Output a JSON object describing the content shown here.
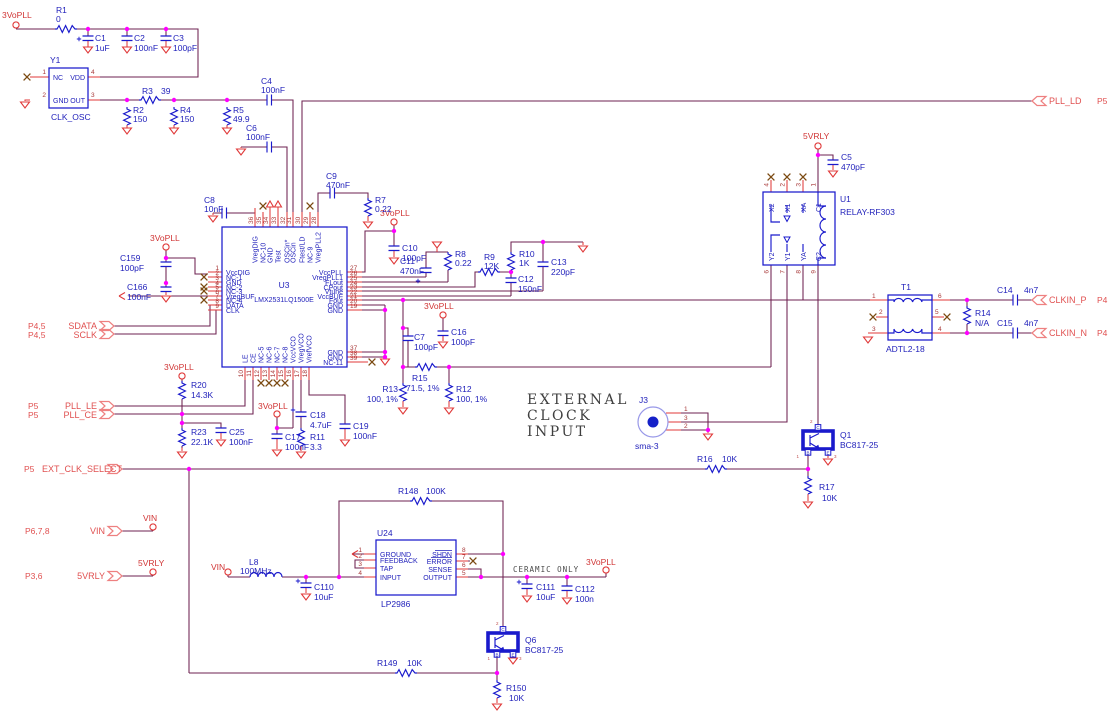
{
  "nets": {
    "v3opll": "3VoPLL",
    "v5rly": "5VRLY",
    "vin": "VIN"
  },
  "notes": {
    "l1": "EXTERNAL",
    "l2": "CLOCK",
    "l3": "INPUT",
    "ceramic": "CERAMIC ONLY"
  },
  "ports": {
    "pll_ld": {
      "label": "PLL_LD",
      "des": "P5"
    },
    "clkin_p": {
      "label": "CLKIN_P",
      "des": "P4"
    },
    "clkin_n": {
      "label": "CLKIN_N",
      "des": "P4"
    },
    "sdata": {
      "label": "SDATA",
      "des": "P4,5"
    },
    "sclk": {
      "label": "SCLK",
      "des": "P4,5"
    },
    "pll_le": {
      "label": "PLL_LE",
      "des": "P5"
    },
    "pll_ce": {
      "label": "PLL_CE",
      "des": "P5"
    },
    "ext_clk_select": {
      "label": "EXT_CLK_SELECT",
      "des": "P5"
    },
    "vin": {
      "label": "VIN",
      "des": "P6,7,8"
    },
    "v5rly": {
      "label": "5VRLY",
      "des": "P3,6"
    }
  },
  "c": {
    "r1": {
      "r": "R1",
      "v": "0"
    },
    "c1": {
      "r": "C1",
      "v": "1uF"
    },
    "c2": {
      "r": "C2",
      "v": "100nF"
    },
    "c3": {
      "r": "C3",
      "v": "100pF"
    },
    "r2": {
      "r": "R2",
      "v": "150"
    },
    "r3": {
      "r": "R3",
      "v": "39"
    },
    "r4": {
      "r": "R4",
      "v": "150"
    },
    "r5": {
      "r": "R5",
      "v": "49.9"
    },
    "c4": {
      "r": "C4",
      "v": "100nF"
    },
    "c6": {
      "r": "C6",
      "v": "100nF"
    },
    "c8": {
      "r": "C8",
      "v": "10nF"
    },
    "c9": {
      "r": "C9",
      "v": "470nF"
    },
    "r7": {
      "r": "R7",
      "v": "0.22"
    },
    "c159": {
      "r": "C159",
      "v": "100pF"
    },
    "c166": {
      "r": "C166",
      "v": "100nF"
    },
    "c10": {
      "r": "C10",
      "v": "100pF"
    },
    "c11": {
      "r": "C11",
      "v": "470nF"
    },
    "r8": {
      "r": "R8",
      "v": "0.22"
    },
    "r9": {
      "r": "R9",
      "v": "12K"
    },
    "r10": {
      "r": "R10",
      "v": "1K"
    },
    "c12": {
      "r": "C12",
      "v": "150nF"
    },
    "c13": {
      "r": "C13",
      "v": "220pF"
    },
    "c7": {
      "r": "C7",
      "v": "100pF"
    },
    "c16": {
      "r": "C16",
      "v": "100pF"
    },
    "r15": {
      "r": "R15",
      "v": "71.5, 1%"
    },
    "r13": {
      "r": "R13",
      "v": "100, 1%"
    },
    "r12": {
      "r": "R12",
      "v": "100, 1%"
    },
    "r20": {
      "r": "R20",
      "v": "14.3K"
    },
    "r23": {
      "r": "R23",
      "v": "22.1K"
    },
    "c25": {
      "r": "C25",
      "v": "100nF"
    },
    "c17": {
      "r": "C17",
      "v": "100nF"
    },
    "c18": {
      "r": "C18",
      "v": "4.7uF"
    },
    "r11": {
      "r": "R11",
      "v": "3.3"
    },
    "c19": {
      "r": "C19",
      "v": "100nF"
    },
    "c5": {
      "r": "C5",
      "v": "470pF"
    },
    "r14": {
      "r": "R14",
      "v": "N/A"
    },
    "c14": {
      "r": "C14",
      "v": "4n7"
    },
    "c15": {
      "r": "C15",
      "v": "4n7"
    },
    "r16": {
      "r": "R16",
      "v": "10K"
    },
    "r17": {
      "r": "R17",
      "v": "10K"
    },
    "r148": {
      "r": "R148",
      "v": "100K"
    },
    "r149": {
      "r": "R149",
      "v": "10K"
    },
    "r150": {
      "r": "R150",
      "v": "10K"
    },
    "l8": {
      "r": "L8",
      "v": "100MHz"
    },
    "c110": {
      "r": "C110",
      "v": "10uF"
    },
    "c111": {
      "r": "C111",
      "v": "10uF"
    },
    "c112": {
      "r": "C112",
      "v": "100n"
    }
  },
  "y1": {
    "ref": "Y1",
    "name": "CLK_OSC",
    "p1n": "1",
    "p1": "NC",
    "p4n": "4",
    "p4": "VDD",
    "p2n": "2",
    "p2": "GND",
    "p3n": "3",
    "p3": "OUT"
  },
  "u3": {
    "ref": "U3",
    "part": "LMX2531LQ1500E",
    "left": [
      [
        "1",
        "VccDIG"
      ],
      [
        "2",
        "NC-1"
      ],
      [
        "3",
        "GND"
      ],
      [
        "4",
        "NC-2"
      ],
      [
        "5",
        "NC-3"
      ],
      [
        "6",
        "VregBUF"
      ],
      [
        "7",
        "NC-4"
      ],
      [
        "8",
        "DATA"
      ],
      [
        "9",
        "CLK"
      ]
    ],
    "right": [
      [
        "27",
        "VccPLL"
      ],
      [
        "26",
        "VregPLL1"
      ],
      [
        "25",
        "FLout"
      ],
      [
        "24",
        "CPout"
      ],
      [
        "23",
        "Vtune"
      ],
      [
        "22",
        "VccBUF"
      ],
      [
        "21",
        "Fout"
      ],
      [
        "20",
        "GND"
      ],
      [
        "19",
        "GND"
      ],
      [
        "37",
        "GND"
      ],
      [
        "38",
        "GND"
      ],
      [
        "39",
        "NC-11"
      ]
    ],
    "top": [
      [
        "36",
        "VregDIG"
      ],
      [
        "35",
        "NC-10"
      ],
      [
        "34",
        "GND"
      ],
      [
        "33",
        "Test"
      ],
      [
        "32",
        "OSCin*"
      ],
      [
        "31",
        "OSCin"
      ],
      [
        "30",
        "Ftest/LD"
      ],
      [
        "29",
        "NC-9"
      ],
      [
        "28",
        "VregPLL2"
      ]
    ],
    "bottom": [
      [
        "10",
        "LE"
      ],
      [
        "11",
        "CE"
      ],
      [
        "12",
        "NC-5"
      ],
      [
        "13",
        "NC-6"
      ],
      [
        "14",
        "NC-7"
      ],
      [
        "15",
        "NC-8"
      ],
      [
        "16",
        "VccVCO"
      ],
      [
        "17",
        "VregVCO"
      ],
      [
        "18",
        "VrefVCO"
      ]
    ]
  },
  "u1": {
    "ref": "U1",
    "part": "RELAY-RF303",
    "top": [
      [
        "4",
        "X2"
      ],
      [
        "2",
        "X1"
      ],
      [
        "3",
        "XA"
      ],
      [
        "1",
        "C1"
      ]
    ],
    "bottom": [
      [
        "6",
        "Y2"
      ],
      [
        "7",
        "Y1"
      ],
      [
        "8",
        "YA"
      ],
      [
        "9",
        "C2"
      ]
    ]
  },
  "u24": {
    "ref": "U24",
    "part": "LP2986",
    "left": [
      [
        "1",
        "GROUND"
      ],
      [
        "2",
        "FEEDBACK"
      ],
      [
        "3",
        "TAP"
      ],
      [
        "4",
        "INPUT"
      ]
    ],
    "right": [
      [
        "8",
        "SHDN"
      ],
      [
        "7",
        "ERROR"
      ],
      [
        "6",
        "SENSE"
      ],
      [
        "5",
        "OUTPUT"
      ]
    ]
  },
  "t1": {
    "ref": "T1",
    "part": "ADTL2-18",
    "pins": [
      "1",
      "2",
      "3",
      "6",
      "5",
      "4"
    ]
  },
  "j3": {
    "ref": "J3",
    "part": "sma-3",
    "pins": [
      "1",
      "3",
      "2"
    ]
  },
  "q1": {
    "r": "Q1",
    "v": "BC817-25"
  },
  "q6": {
    "r": "Q6",
    "v": "BC817-25"
  },
  "qpins": {
    "b": "B",
    "c": "C",
    "e": "E",
    "n1": "1",
    "n2": "2",
    "n3": "3"
  }
}
